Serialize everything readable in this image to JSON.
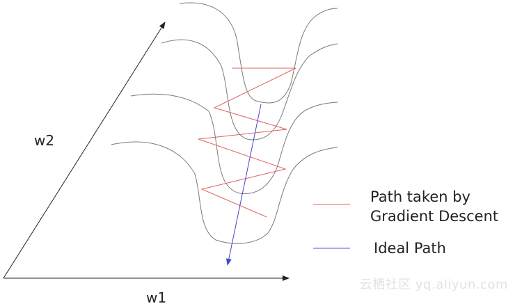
{
  "axes": {
    "w1_label": "w1",
    "w2_label": "w2"
  },
  "legend": [
    {
      "id": "gradient-descent",
      "line1": "Path taken by",
      "line2": "Gradient Descent",
      "color": "#e06060"
    },
    {
      "id": "ideal",
      "line1": "Ideal Path",
      "line2": "",
      "color": "#5555dd"
    }
  ],
  "watermark": "云栖社区 yq.aliyun.com",
  "colors": {
    "contour": "#7a7a7a",
    "axis": "#222222",
    "gradient_path": "#e06060",
    "ideal_path": "#5555dd"
  }
}
